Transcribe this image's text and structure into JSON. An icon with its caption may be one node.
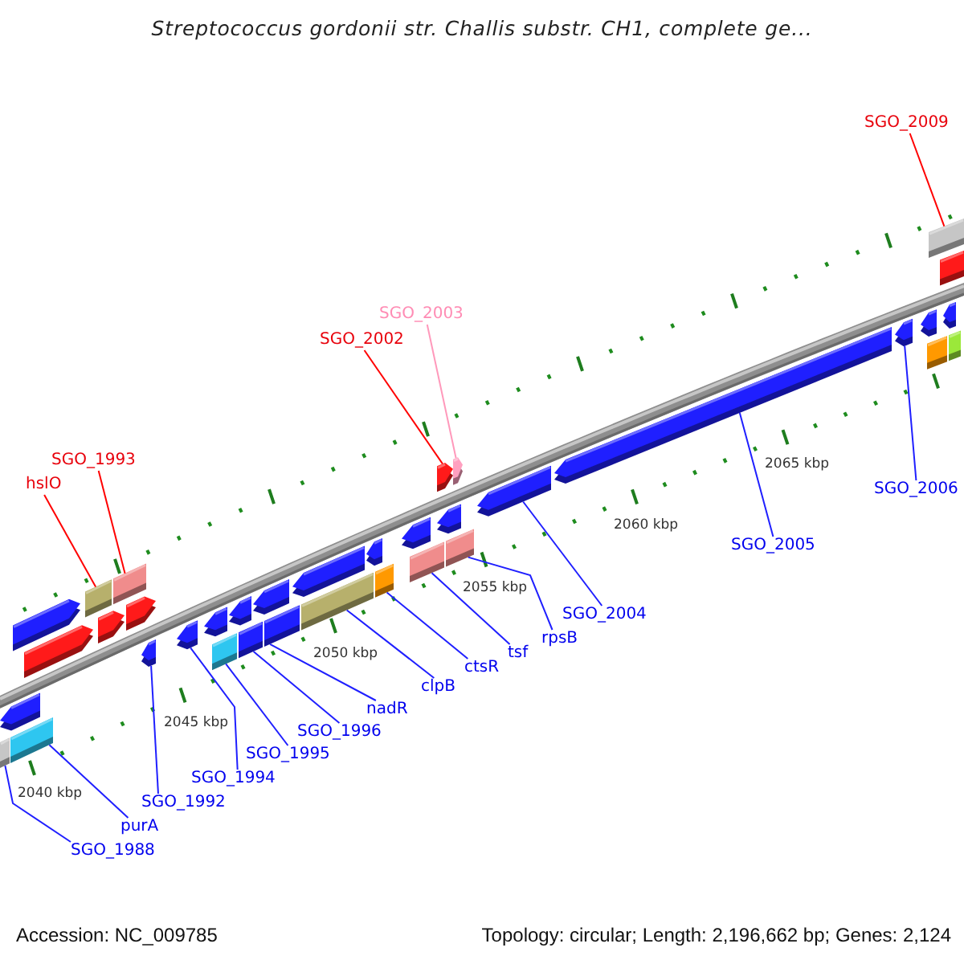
{
  "diagram": {
    "title": "Streptococcus gordonii str. Challis substr. CH1, complete ge...",
    "nodes": [
      {
        "text": [
          "SGO_2009"
        ]
      },
      {
        "text": [
          "SGO_2003"
        ]
      },
      {
        "text": [
          "SGO_2002"
        ]
      },
      {
        "text": [
          "SGO_1993"
        ]
      },
      {
        "text": [
          "hslO"
        ]
      },
      {
        "text": [
          "SGO_2006"
        ]
      },
      {
        "text": [
          "SGO_2005"
        ]
      },
      {
        "text": [
          "SGO_2004"
        ]
      },
      {
        "text": [
          "rpsB"
        ]
      },
      {
        "text": [
          "tsf"
        ]
      },
      {
        "text": [
          "ctsR"
        ]
      },
      {
        "text": [
          "clpB"
        ]
      },
      {
        "text": [
          "nadR"
        ]
      },
      {
        "text": [
          "SGO_1996"
        ]
      },
      {
        "text": [
          "SGO_1995"
        ]
      },
      {
        "text": [
          "SGO_1994"
        ]
      },
      {
        "text": [
          "SGO_1992"
        ]
      },
      {
        "text": [
          "purA"
        ]
      },
      {
        "text": [
          "SGO_1988"
        ]
      },
      {
        "text": [],
        "shape": "box"
      },
      {
        "text": [],
        "shape": "pentagon"
      },
      {
        "text": [],
        "shape": "box"
      },
      {
        "text": [],
        "shape": "pentagon"
      },
      {
        "text": [],
        "shape": "pentagon"
      },
      {
        "text": [],
        "shape": "box"
      },
      {
        "text": [],
        "shape": "pentagon"
      },
      {
        "text": [],
        "shape": "box"
      },
      {
        "text": [],
        "shape": "pentagon"
      },
      {
        "text": [],
        "shape": "pentagon"
      },
      {
        "text": [],
        "shape": "pentagon"
      },
      {
        "text": [],
        "shape": "pentagon"
      },
      {
        "text": [],
        "shape": "box"
      },
      {
        "text": [],
        "shape": "pentagon"
      },
      {
        "text": [],
        "shape": "box"
      },
      {
        "text": [],
        "shape": "pentagon"
      },
      {
        "text": [],
        "shape": "box"
      },
      {
        "text": [],
        "shape": "pentagon"
      },
      {
        "text": [],
        "shape": "box"
      },
      {
        "text": [],
        "shape": "pentagon"
      },
      {
        "text": [],
        "shape": "box"
      },
      {
        "text": [],
        "shape": "pentagon"
      },
      {
        "text": [],
        "shape": "box"
      },
      {
        "text": [],
        "shape": "pentagon"
      },
      {
        "text": [],
        "shape": "pentagon"
      },
      {
        "text": [],
        "shape": "box"
      },
      {
        "text": [],
        "shape": "pentagon"
      },
      {
        "text": [],
        "shape": "pentagon"
      },
      {
        "text": [],
        "shape": "pentagon"
      },
      {
        "text": [],
        "shape": "pentagon"
      },
      {
        "text": [],
        "shape": "pentagon"
      },
      {
        "text": [],
        "shape": "box"
      },
      {
        "text": [],
        "shape": "box"
      },
      {
        "text": [],
        "shape": "box"
      },
      {
        "text": [],
        "shape": "pentagon"
      },
      {
        "text": [],
        "shape": "box"
      }
    ],
    "edges": [
      {
        "from": 0,
        "to": 51,
        "arrow": "none",
        "color": "#ff0000"
      },
      {
        "from": 1,
        "to": 45,
        "arrow": "none",
        "color": "#ff99bb"
      },
      {
        "from": 2,
        "to": 42,
        "arrow": "none",
        "color": "#ff0000"
      },
      {
        "from": 3,
        "to": 26,
        "arrow": "none",
        "color": "#ff0000"
      },
      {
        "from": 4,
        "to": 24,
        "arrow": "none",
        "color": "#ff0000"
      },
      {
        "from": 5,
        "to": 48,
        "arrow": "none"
      },
      {
        "from": 6,
        "to": 47,
        "arrow": "none"
      },
      {
        "from": 7,
        "to": 46,
        "arrow": "none"
      },
      {
        "from": 8,
        "to": 44,
        "arrow": "none"
      },
      {
        "from": 9,
        "to": 41,
        "arrow": "none"
      },
      {
        "from": 10,
        "to": 39,
        "arrow": "none"
      },
      {
        "from": 11,
        "to": 37,
        "arrow": "none"
      },
      {
        "from": 12,
        "to": 35,
        "arrow": "none"
      },
      {
        "from": 13,
        "to": 33,
        "arrow": "none"
      },
      {
        "from": 14,
        "to": 31,
        "arrow": "none"
      },
      {
        "from": 15,
        "to": 29,
        "arrow": "none"
      },
      {
        "from": 16,
        "to": 28,
        "arrow": "none"
      },
      {
        "from": 17,
        "to": 21,
        "arrow": "none"
      },
      {
        "from": 18,
        "to": 19,
        "arrow": "none"
      }
    ],
    "labels": [
      "2065 kbp",
      "2060 kbp",
      "2055 kbp",
      "2050 kbp",
      "2045 kbp",
      "2040 kbp",
      "Accession: NC_009785",
      "Topology: circular; Length: 2,196,662 bp; Genes: 2,124"
    ]
  }
}
